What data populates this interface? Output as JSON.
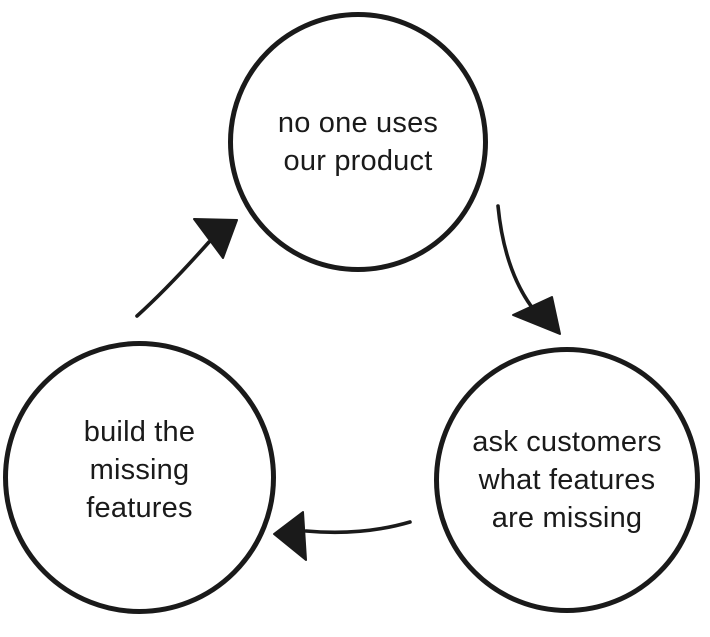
{
  "canvas": {
    "background_color": "#ffffff",
    "ink_color": "#1a1a1a"
  },
  "nodes": [
    {
      "id": "no-one-uses-our-product",
      "label": "no one uses our product",
      "lines": [
        "no one uses",
        "our product"
      ]
    },
    {
      "id": "ask-customers-what-features-are-missing",
      "label": "ask customers what features are missing",
      "lines": [
        "ask customers",
        "what features",
        "are missing"
      ]
    },
    {
      "id": "build-the-missing-features",
      "label": "build the missing features",
      "lines": [
        "build the",
        "missing",
        "features"
      ]
    }
  ],
  "edges": [
    {
      "from": "no-one-uses-our-product",
      "to": "ask-customers-what-features-are-missing"
    },
    {
      "from": "ask-customers-what-features-are-missing",
      "to": "build-the-missing-features"
    },
    {
      "from": "build-the-missing-features",
      "to": "no-one-uses-our-product"
    }
  ]
}
